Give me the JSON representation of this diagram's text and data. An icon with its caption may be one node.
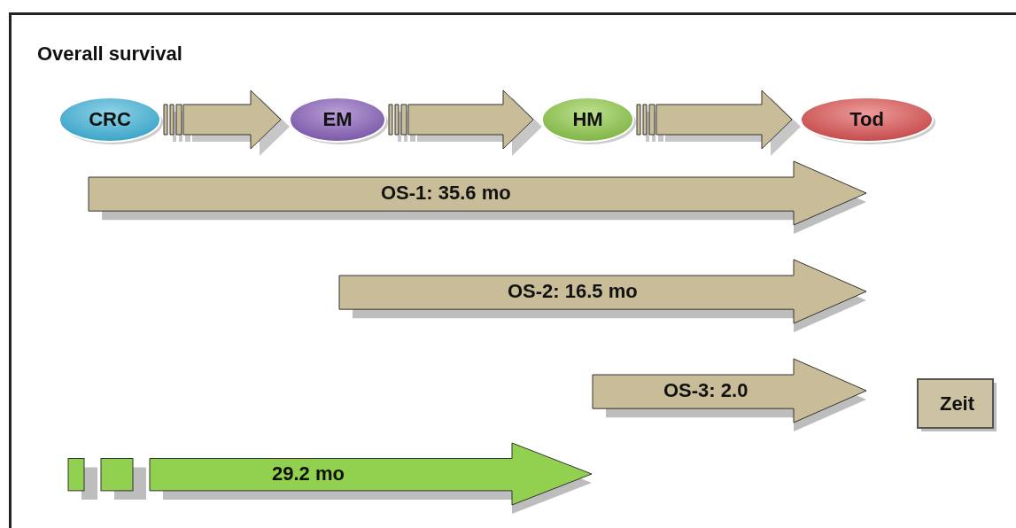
{
  "diagram": {
    "title": "Overall survival",
    "nodes": [
      {
        "text": [
          "CRC"
        ]
      },
      {
        "text": [
          "EM"
        ]
      },
      {
        "text": [
          "HM"
        ]
      },
      {
        "text": [
          "Tod"
        ]
      },
      {
        "text": [
          "OS-1: 35.6 mo"
        ]
      },
      {
        "text": [
          "OS-2: 16.5 mo"
        ]
      },
      {
        "text": [
          "OS-3: 2.0"
        ]
      },
      {
        "text": [
          "Zeit"
        ]
      },
      {
        "text": [
          "29.2 mo"
        ]
      }
    ],
    "edges": [
      {
        "from": 0,
        "to": 1,
        "arrow": "to"
      },
      {
        "from": 1,
        "to": 2,
        "arrow": "to"
      },
      {
        "from": 2,
        "to": 3,
        "arrow": "to"
      }
    ]
  }
}
